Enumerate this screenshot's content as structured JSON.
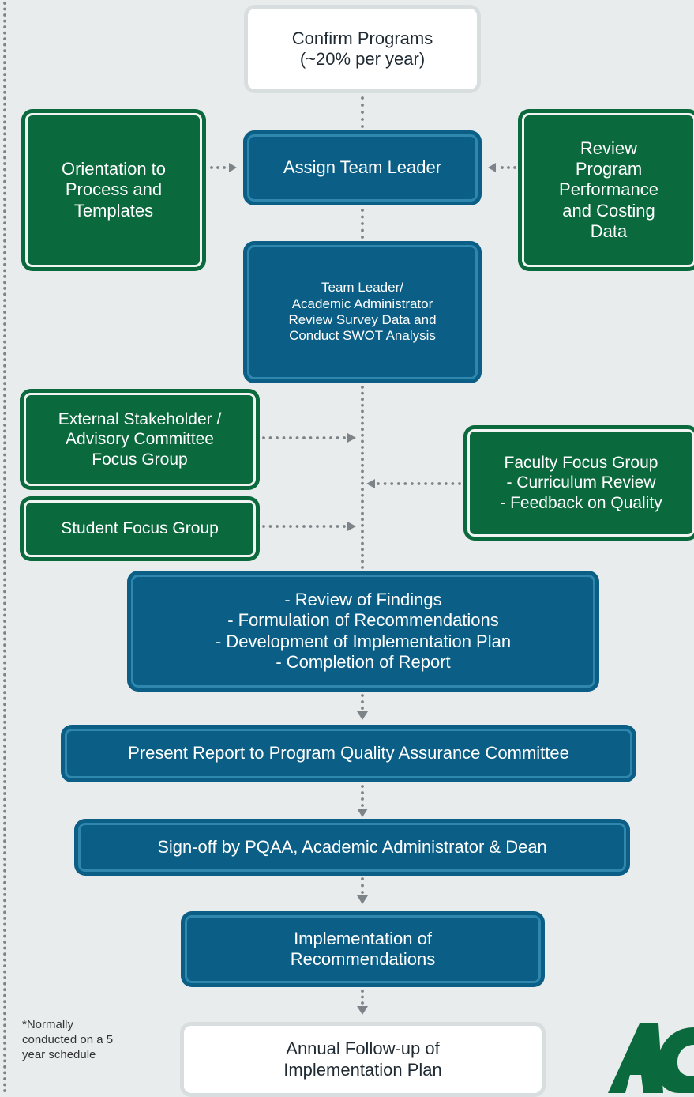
{
  "nodes": {
    "confirm_programs": "Confirm Programs\n(~20% per year)",
    "orientation": "Orientation to\nProcess and\nTemplates",
    "assign_team_leader": "Assign Team Leader",
    "review_program_performance": "Review\nProgram\nPerformance\nand Costing\nData",
    "team_leader_review": "Team Leader/\nAcademic Administrator\nReview Survey Data and\nConduct SWOT Analysis",
    "external_stakeholder": "External Stakeholder /\nAdvisory Committee\nFocus Group",
    "faculty_focus_group": "Faculty Focus Group\n - Curriculum Review\n - Feedback on Quality",
    "student_focus_group": "Student Focus Group",
    "review_of_findings": "- Review of Findings\n- Formulation of Recommendations\n- Development of Implementation Plan\n- Completion of Report",
    "present_report": "Present Report to Program Quality Assurance Committee",
    "sign_off": "Sign-off by PQAA, Academic Administrator & Dean",
    "implementation": "Implementation of\nRecommendations",
    "annual_followup": "Annual Follow-up of\nImplementation Plan"
  },
  "footnote": "*Normally\nconducted on a 5\nyear schedule",
  "colors": {
    "background": "#e8ecec",
    "blue": "#0b5f86",
    "green": "#0a6a3d",
    "connector": "#7d8489",
    "logo": "#0a6a3d"
  }
}
